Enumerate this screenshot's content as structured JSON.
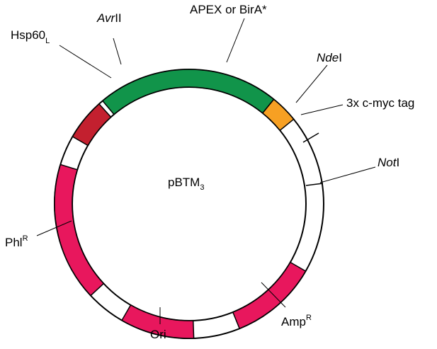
{
  "plasmid": {
    "name": "pBTM",
    "name_subscript": "3",
    "segments": [
      {
        "id": "hsp60",
        "label": "Hsp60",
        "label_subscript": "L",
        "color": "#c3202f",
        "start_deg": 300,
        "end_deg": 318
      },
      {
        "id": "apex",
        "label": "APEX or BirA*",
        "color": "#11944a",
        "start_deg": 320,
        "end_deg": 39
      },
      {
        "id": "myc",
        "label": "3x c-myc tag",
        "color": "#f7a023",
        "start_deg": 39,
        "end_deg": 51
      },
      {
        "id": "amp",
        "label": "Amp",
        "label_superscript": "R",
        "color": "#e8175d",
        "start_deg": 120,
        "end_deg": 158
      },
      {
        "id": "ori",
        "label": "Ori",
        "color": "#e8175d",
        "start_deg": 178,
        "end_deg": 210
      },
      {
        "id": "phl",
        "label": "Phl",
        "label_superscript": "R",
        "color": "#e8175d",
        "start_deg": 227,
        "end_deg": 287
      }
    ],
    "sites": [
      {
        "id": "avrii",
        "italic": "Avr",
        "roman": "II",
        "angle_deg": 320
      },
      {
        "id": "ndei",
        "italic": "Nde",
        "roman": "I",
        "angle_deg": 39
      },
      {
        "id": "noti",
        "italic": "Not",
        "roman": "I",
        "angle_deg": 92
      }
    ]
  }
}
